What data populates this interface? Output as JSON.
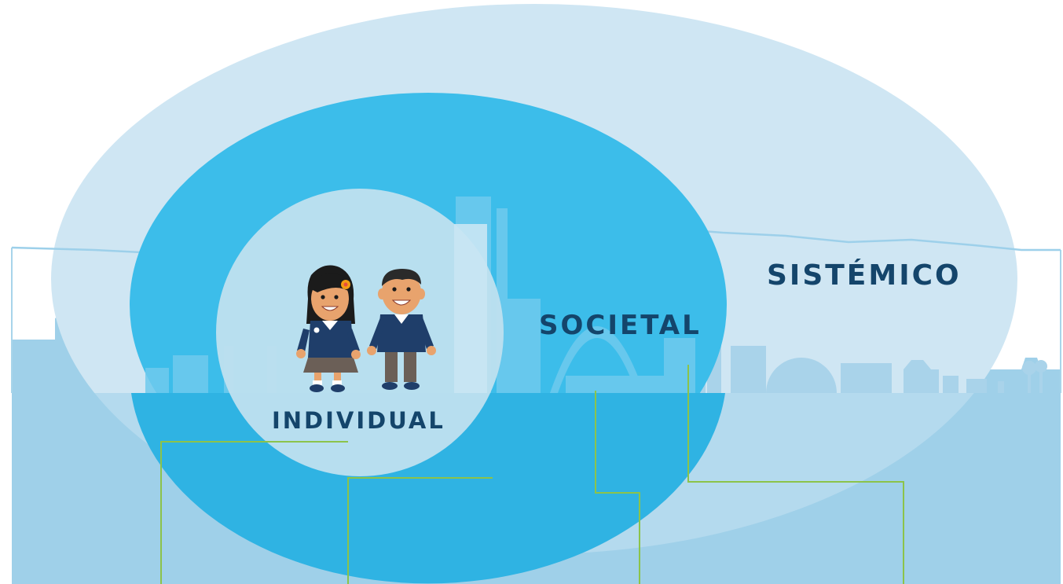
{
  "diagram": {
    "levels": [
      {
        "id": "sistemico",
        "label": "SISTÉMICO"
      },
      {
        "id": "societal",
        "label": "SOCIETAL"
      },
      {
        "id": "individual",
        "label": "INDIVIDUAL"
      }
    ],
    "colors": {
      "outer_ellipse": "#cfe6f3",
      "middle_ellipse": "#3cbdea",
      "inner_circle": "#bfe0ef",
      "skyline": "#9ccfe8",
      "label_text": "#14456b",
      "connector_lines": "#8cc34a",
      "school_uniform": "#1f3e6a"
    },
    "illustration": {
      "characters": [
        "girl-student",
        "boy-student"
      ]
    }
  }
}
